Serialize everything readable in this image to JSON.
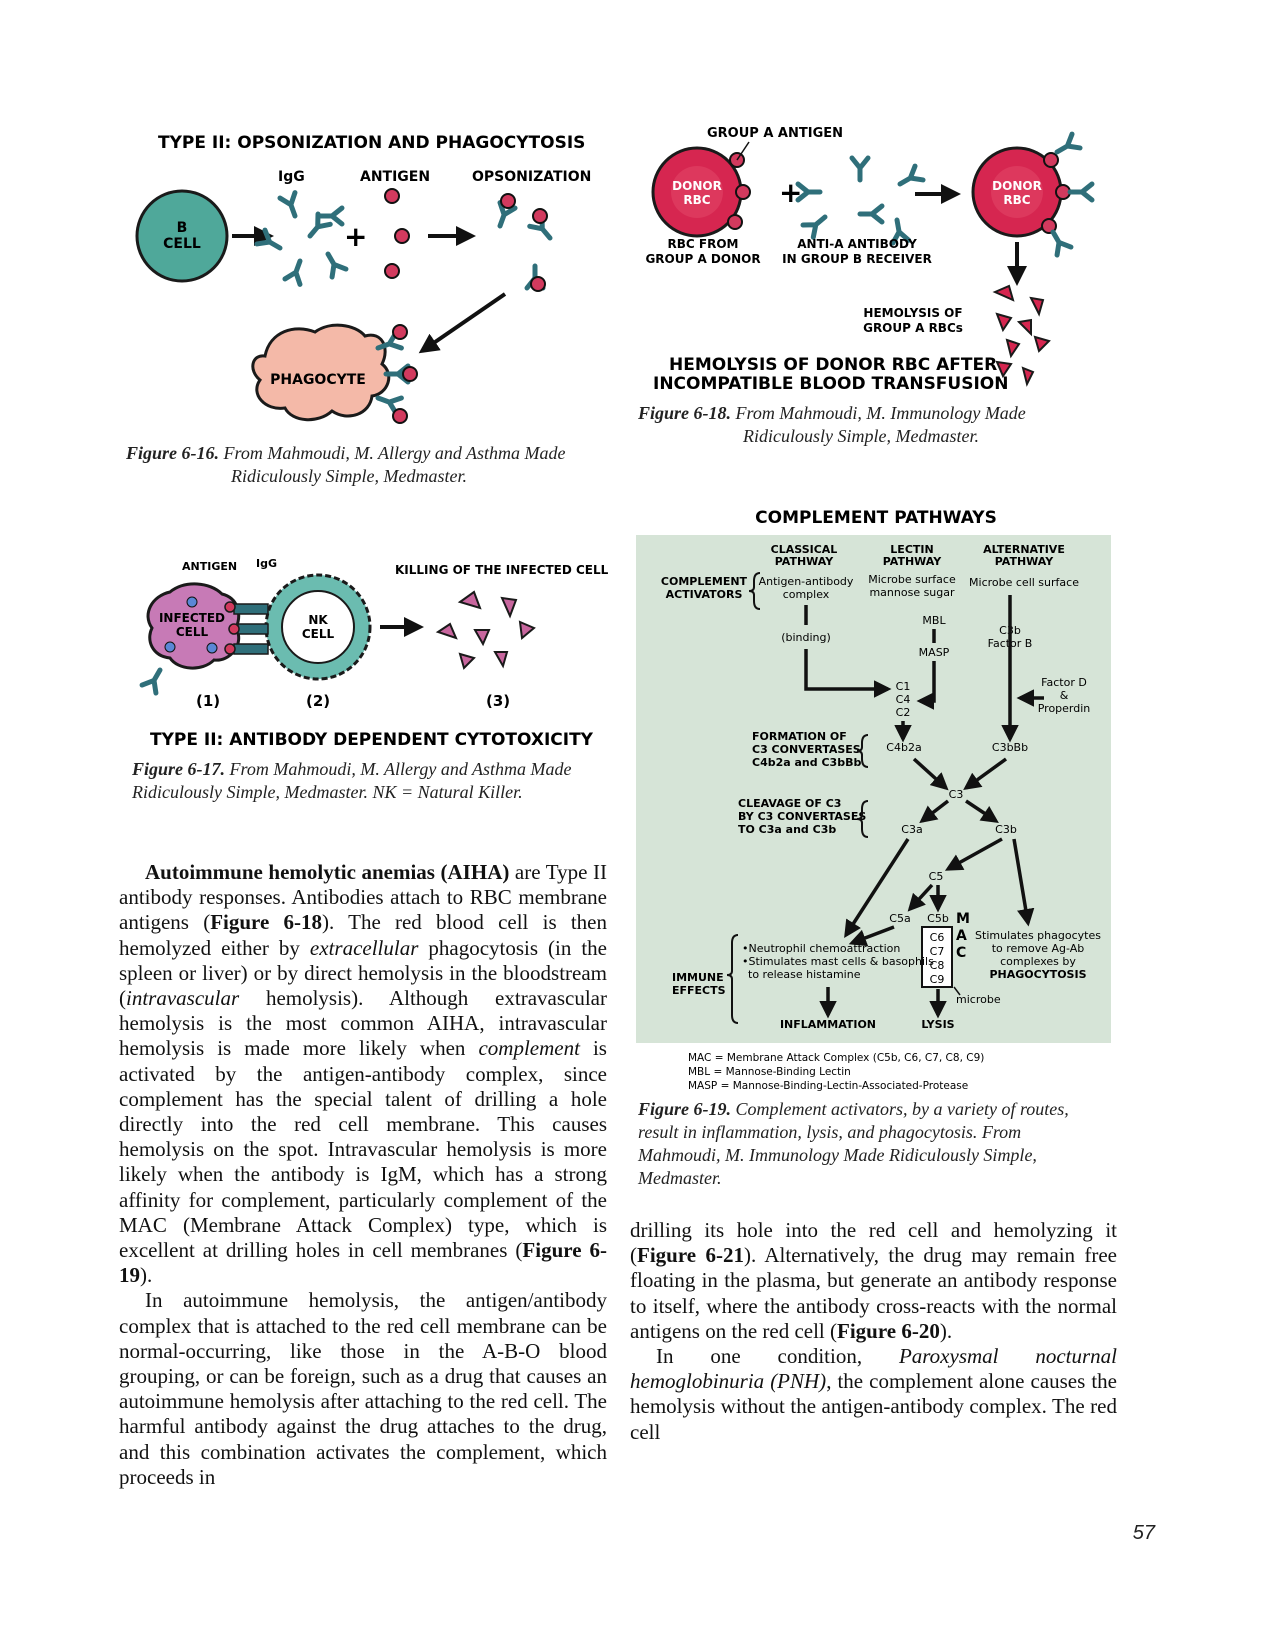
{
  "fig16": {
    "title": "TYPE II: OPSONIZATION AND PHAGOCYTOSIS",
    "label_igg": "IgG",
    "label_antigen": "ANTIGEN",
    "label_opsonization": "OPSONIZATION",
    "bcell_line1": "B",
    "bcell_line2": "CELL",
    "plus": "+",
    "phagocyte": "PHAGOCYTE",
    "caption_label": "Figure 6-16.",
    "caption_line1": "From Mahmoudi, M. Allergy and Asthma Made",
    "caption_line2": "Ridiculously Simple, Medmaster."
  },
  "fig18": {
    "group_a_antigen": "GROUP A ANTIGEN",
    "donor_line1": "DONOR",
    "donor_line2": "RBC",
    "rbc_from_line1": "RBC FROM",
    "rbc_from_line2": "GROUP A DONOR",
    "anti_a_line1": "ANTI-A ANTIBODY",
    "anti_a_line2": "IN GROUP B RECEIVER",
    "plus": "+",
    "hemolysis_line1": "HEMOLYSIS OF",
    "hemolysis_line2": "GROUP A RBCs",
    "title_line1": "HEMOLYSIS OF DONOR RBC AFTER",
    "title_line2": "INCOMPATIBLE BLOOD TRANSFUSION",
    "caption_label": "Figure 6-18.",
    "caption_line1": "From Mahmoudi, M. Immunology Made",
    "caption_line2": "Ridiculously Simple, Medmaster."
  },
  "fig17": {
    "antigen": "ANTIGEN",
    "igg": "IgG",
    "killing": "KILLING OF THE INFECTED CELL",
    "infected_line1": "INFECTED",
    "infected_line2": "CELL",
    "nk_line1": "NK",
    "nk_line2": "CELL",
    "n1": "(1)",
    "n2": "(2)",
    "n3": "(3)",
    "title": "TYPE II: ANTIBODY DEPENDENT CYTOTOXICITY",
    "caption_label": "Figure 6-17.",
    "caption_line1": "From Mahmoudi, M. Allergy and Asthma Made",
    "caption_line2": "Ridiculously Simple, Medmaster. NK = Natural Killer."
  },
  "fig19": {
    "title": "COMPLEMENT PATHWAYS",
    "classical_1": "CLASSICAL",
    "classical_2": "PATHWAY",
    "lectin_1": "LECTIN",
    "lectin_2": "PATHWAY",
    "alternative_1": "ALTERNATIVE",
    "alternative_2": "PATHWAY",
    "activators_1": "COMPLEMENT",
    "activators_2": "ACTIVATORS",
    "antigen_antibody_1": "Antigen-antibody",
    "antigen_antibody_2": "complex",
    "microbe_surface_1": "Microbe surface",
    "microbe_surface_2": "mannose sugar",
    "microbe_cell_surface": "Microbe cell surface",
    "mbl": "MBL",
    "masp": "MASP",
    "binding": "(binding)",
    "c3b": "C3b",
    "factor_b": "Factor B",
    "factor_d_1": "Factor D",
    "factor_d_2": "&",
    "factor_d_3": "Properdin",
    "c1": "C1",
    "c4": "C4",
    "c2": "C2",
    "formation_1": "FORMATION OF",
    "formation_2": "C3 CONVERTASES",
    "formation_3": "C4b2a and C3bBb",
    "c4b2a": "C4b2a",
    "c3bbb": "C3bBb",
    "c3": "C3",
    "cleavage_1": "CLEAVAGE OF C3",
    "cleavage_2": "BY C3 CONVERTASES",
    "cleavage_3": "TO C3a and C3b",
    "c3a": "C3a",
    "c3b_2": "C3b",
    "c5": "C5",
    "c5a": "C5a",
    "c5b": "C5b",
    "m": "M",
    "a": "A",
    "c": "C",
    "c6": "C6",
    "c7": "C7",
    "c8": "C8",
    "c9": "C9",
    "neutrophil": "•Neutrophil chemoattraction",
    "mast_1": "•Stimulates mast cells & basophils",
    "mast_2": "to release histamine",
    "stim_1": "Stimulates phagocytes",
    "stim_2": "to remove Ag-Ab",
    "stim_3": "complexes by",
    "stim_4": "PHAGOCYTOSIS",
    "immune_1": "IMMUNE",
    "immune_2": "EFFECTS",
    "microbe": "microbe",
    "inflammation": "INFLAMMATION",
    "lysis": "LYSIS",
    "legend_1": "MAC = Membrane Attack Complex (C5b, C6, C7, C8, C9)",
    "legend_2": "MBL = Mannose-Binding Lectin",
    "legend_3": "MASP = Mannose-Binding-Lectin-Associated-Protease",
    "caption_label": "Figure 6-19.",
    "caption_line1": "Complement activators, by a variety of routes,",
    "caption_line2": "result in inflammation, lysis, and phagocytosis. From",
    "caption_line3": "Mahmoudi, M. Immunology Made Ridiculously Simple,",
    "caption_line4": "Medmaster."
  },
  "left_text": {
    "p1_bold": "Autoimmune hemolytic anemias (AIHA)",
    "p1_a": " are Type II antibody responses. Antibodies attach to RBC membrane antigens (",
    "p1_ref1": "Figure 6-18",
    "p1_b": "). The red blood cell is then hemolyzed either by ",
    "p1_em1": "extracellular",
    "p1_c": " phagocytosis (in the spleen or liver) or by direct hemolysis in the bloodstream (",
    "p1_em2": "intravascular",
    "p1_d": " hemolysis). Although extravascular hemolysis is the most common AIHA, intravascular hemolysis is made more likely when ",
    "p1_em3": "complement",
    "p1_e": " is activated by the antigen-antibody complex, since complement has the special talent of drilling a hole directly into the red cell membrane. This causes hemolysis on the spot. Intravascular hemolysis is more likely when the antibody is IgM, which has a strong affinity for complement, particularly complement of the MAC (Membrane Attack Complex) type, which is excellent at drilling holes in cell membranes (",
    "p1_ref2": "Figure 6-19",
    "p1_f": ").",
    "p2": "In autoimmune hemolysis, the antigen/antibody complex that is attached to the red cell membrane can be normal-occurring, like those in the A-B-O blood grouping, or can be foreign, such as a drug that causes an autoimmune hemolysis after attaching to the red cell. The harmful antibody against the drug attaches to the drug, and this combination activates the complement, which proceeds in"
  },
  "right_text": {
    "p1_a": "drilling its hole into the red cell and hemolyzing it (",
    "p1_ref1": "Figure 6-21",
    "p1_b": "). Alternatively, the drug may remain free floating in the plasma, but generate an antibody response to itself, where the antibody cross-reacts with the normal antigens on the red cell (",
    "p1_ref2": "Figure 6-20",
    "p1_c": ").",
    "p2_a": "In one condition, ",
    "p2_em": "Paroxysmal nocturnal hemoglobinuria (PNH)",
    "p2_b": ", the complement alone causes the hemolysis without the antigen-antibody complex. The red cell"
  },
  "page_number": "57",
  "colors": {
    "teal_cell": "#4fa89a",
    "antibody": "#2f6f7a",
    "antigen": "#d23a5e",
    "rbc": "#d62650",
    "phagocyte": "#f4b9a8",
    "infected": "#c77ab6",
    "nk_border": "#6bbcb0",
    "panel_bg": "#d6e4d7",
    "fragments": "#c8669e"
  }
}
